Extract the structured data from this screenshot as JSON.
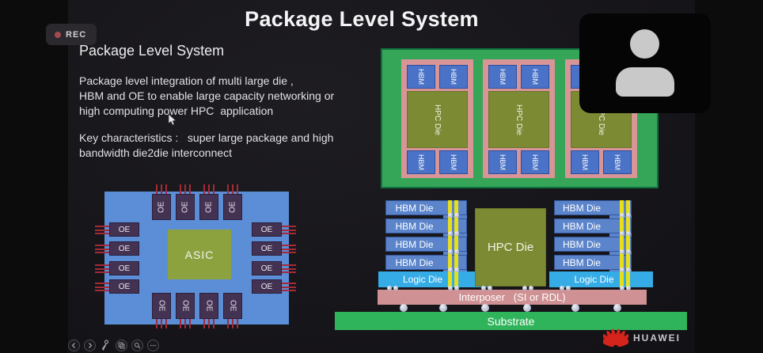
{
  "recorder": {
    "rec_label": "REC"
  },
  "slide": {
    "title": "Package Level System",
    "section_heading": "Package Level System",
    "description_lines": [
      "Package level integration of multi large die ,",
      "HBM and OE to enable large capacity networking or",
      "high computing power HPC  application"
    ],
    "key_lines": [
      "Key characteristics :   super large package and high",
      "bandwidth die2die interconnect"
    ]
  },
  "package_diagram": {
    "hbm_label": "HBM",
    "hpc_label": "HPC Die"
  },
  "asic_diagram": {
    "oe_label": "OE",
    "asic_label": "ASIC"
  },
  "stack_diagram": {
    "hbm_die_label": "HBM Die",
    "logic_die_label": "Logic Die",
    "hpc_die_label": "HPC Die",
    "interposer_label": "Interposer   (SI or RDL)",
    "substrate_label": "Substrate"
  },
  "webcam": {
    "icon": "person-silhouette"
  },
  "toolbar": {
    "buttons": [
      {
        "name": "previous-slide",
        "icon": "chevron-left-icon"
      },
      {
        "name": "next-slide",
        "icon": "chevron-right-icon"
      },
      {
        "name": "pen-tool",
        "icon": "pen-icon"
      },
      {
        "name": "all-slides",
        "icon": "slides-grid-icon"
      },
      {
        "name": "zoom-tool",
        "icon": "magnifier-icon"
      },
      {
        "name": "more-options",
        "icon": "ellipsis-icon"
      }
    ]
  },
  "branding": {
    "company": "HUAWEI"
  },
  "colors": {
    "board_green": "#35a557",
    "module_pink": "#d89598",
    "hbm_blue": "#4a72c6",
    "die_olive": "#7c8a33",
    "asic_board_blue": "#5b8ed6",
    "asic_olive": "#8ca23f",
    "oe_dark": "#443253",
    "pin_red": "#a52a38",
    "hbm_bar_blue": "#5b84cb",
    "logic_cyan": "#36ace6",
    "tsv_yellow": "#e8df1b",
    "interposer_pink": "#cf9193",
    "substrate_green": "#2fb35b",
    "huawei_red": "#d4241c"
  }
}
